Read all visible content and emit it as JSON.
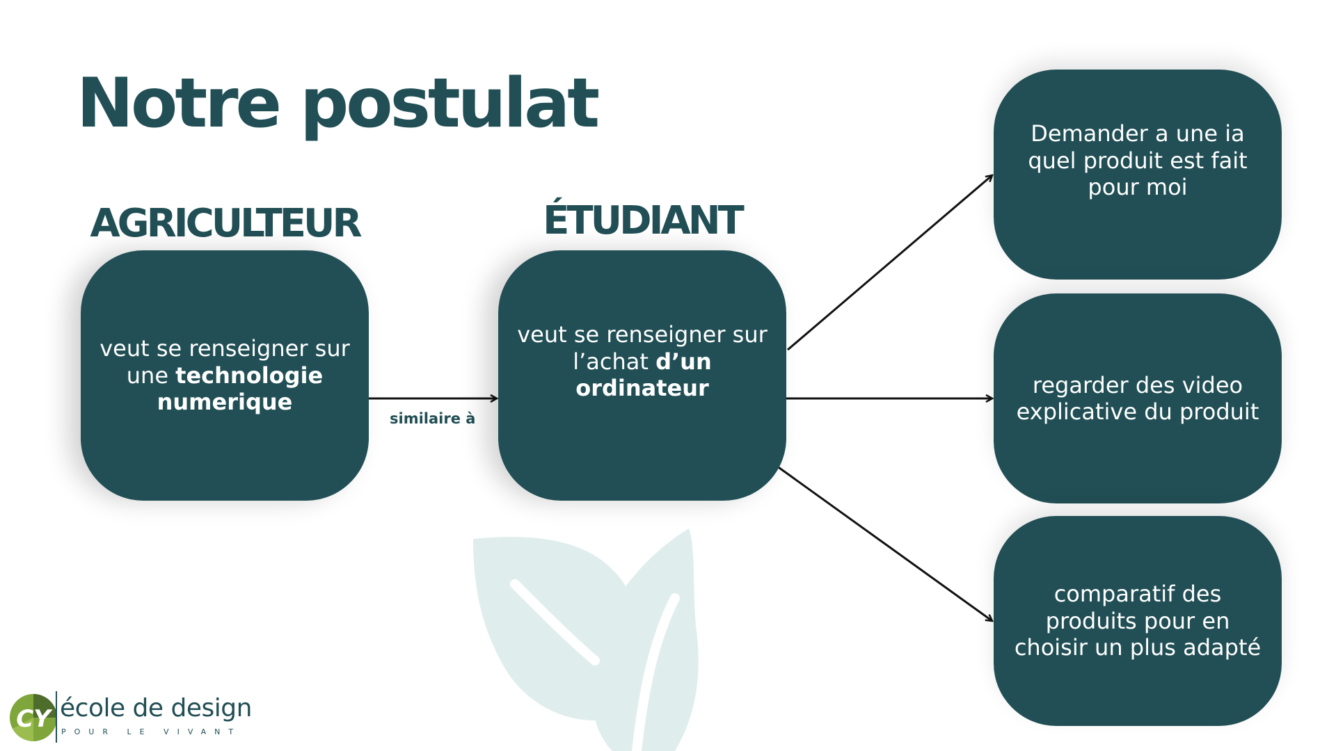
{
  "slide": {
    "title": "Notre postulat"
  },
  "headings": {
    "agriculteur": "AGRICULTEUR",
    "etudiant": "ÉTUDIANT"
  },
  "boxes": {
    "agriculteur": {
      "line1": "veut se renseigner sur",
      "prefix2": "une ",
      "bold2": "technologie",
      "bold3": "numerique"
    },
    "etudiant": {
      "line1": "veut se renseigner sur",
      "prefix2": "l’achat ",
      "bold2": "d’un",
      "bold3": "ordinateur"
    },
    "option1": "Demander a une ia quel produit est fait pour moi",
    "option2": "regarder des video explicative du produit",
    "option3": "comparatif des produits pour en choisir un plus adapté"
  },
  "edge_label": "similaire à",
  "logo": {
    "mark": "CY",
    "name": "école de design",
    "tagline": "POUR LE VIVANT"
  },
  "colors": {
    "primary": "#214f55",
    "leaf": "#dfeeec",
    "background": "#ffffff",
    "logo_green": "#7fa63a"
  }
}
